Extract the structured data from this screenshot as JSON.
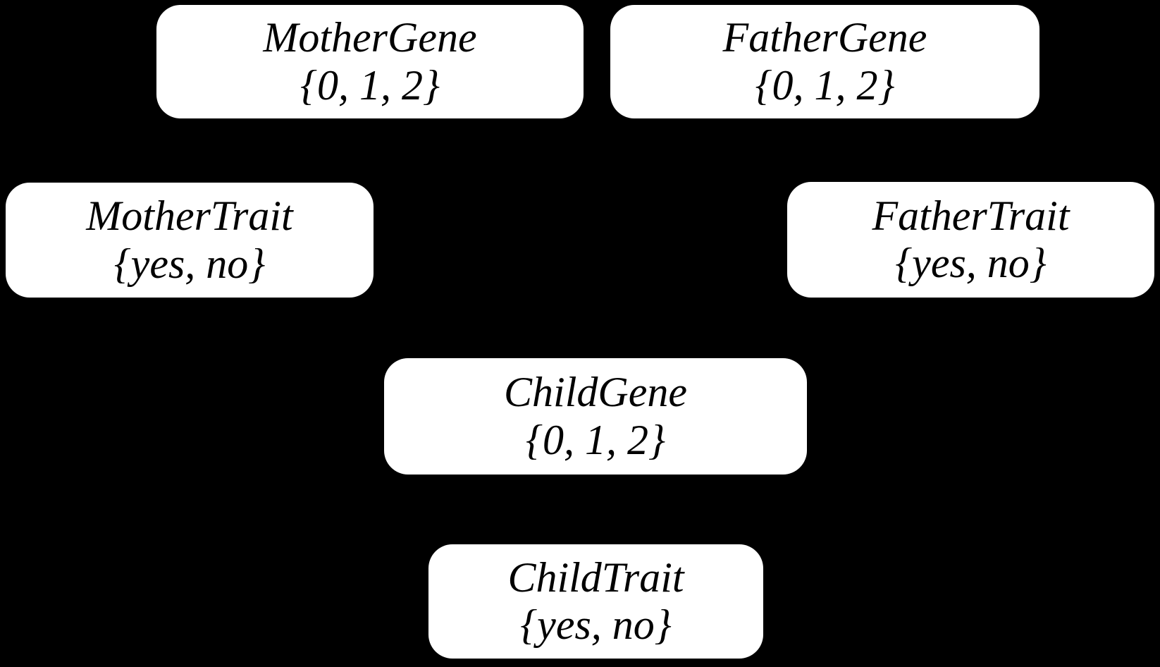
{
  "colors": {
    "background": "#000000",
    "node_fill": "#ffffff",
    "node_text": "#000000"
  },
  "diagram": {
    "type": "bayesian-network",
    "nodes": [
      {
        "id": "mother-gene",
        "name": "MotherGene",
        "domain": "{0, 1, 2}"
      },
      {
        "id": "father-gene",
        "name": "FatherGene",
        "domain": "{0, 1, 2}"
      },
      {
        "id": "mother-trait",
        "name": "MotherTrait",
        "domain": "{yes, no}"
      },
      {
        "id": "father-trait",
        "name": "FatherTrait",
        "domain": "{yes, no}"
      },
      {
        "id": "child-gene",
        "name": "ChildGene",
        "domain": "{0, 1, 2}"
      },
      {
        "id": "child-trait",
        "name": "ChildTrait",
        "domain": "{yes, no}"
      }
    ]
  }
}
